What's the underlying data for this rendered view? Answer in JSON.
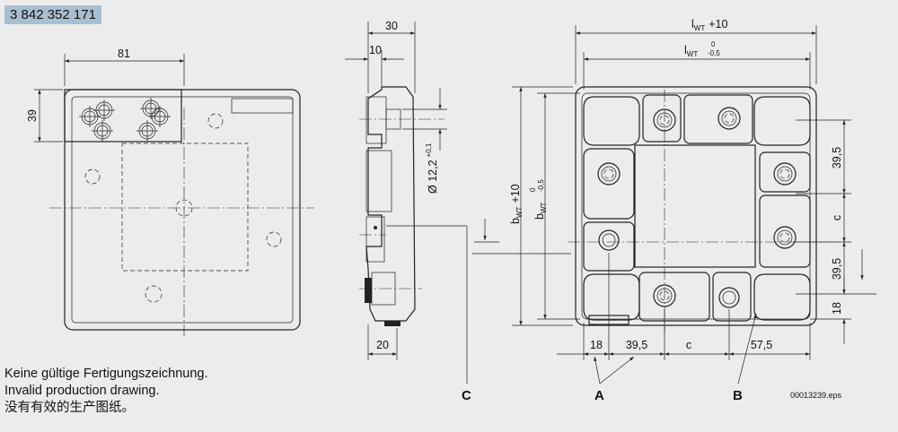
{
  "part_number": "3 842 352 171",
  "notes": [
    "Keine gültige Fertigungszeichnung.",
    "Invalid production drawing.",
    "没有有效的生产图纸。"
  ],
  "file_name": "00013239.eps",
  "dims": {
    "d81": "81",
    "d39": "39",
    "d30": "30",
    "d10": "10",
    "d20": "20",
    "dia_main": "Ø 12,2",
    "dia_tol": "+0,1",
    "lwt1": "l",
    "lwt1_sub": "WT",
    "lwt1_tol": "+10",
    "lwt2": "l",
    "lwt2_sub": "WT",
    "lwt2_tol_top": "0",
    "lwt2_tol_bot": "-0,5",
    "bwt1": "b",
    "bwt1_sub": "WT",
    "bwt1_tol": "+10",
    "bwt2": "b",
    "bwt2_sub": "WT",
    "bwt2_tol_top": "0",
    "bwt2_tol_bot": "-0,5",
    "r395a": "39,5",
    "rc": "c",
    "r395b": "39,5",
    "r18": "18",
    "b18": "18",
    "b395": "39,5",
    "bc": "c",
    "b575": "57,5"
  },
  "callouts": {
    "a": "A",
    "b": "B",
    "c": "C"
  }
}
